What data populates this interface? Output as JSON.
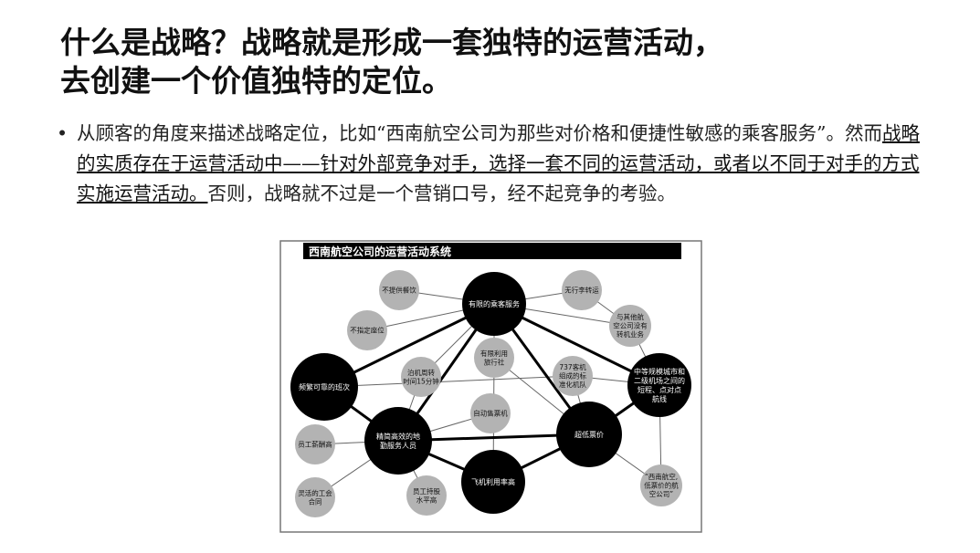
{
  "title": {
    "line1": "什么是战略？战略就是形成一套独特的运营活动，",
    "line2": "去创建一个价值独特的定位。"
  },
  "bullet": {
    "marker": "•",
    "part1": "从顾客的角度来描述战略定位，比如“西南航空公司为那些对价格和便捷性敏感的乘客服务”。然而",
    "underlined": "战略的实质存在于运营活动中——针对外部竞争对手，选择一套不同的运营活动，或者以不同于对手的方式实施运营活动。",
    "part2": "否则，战略就不过是一个营销口号，经不起竞争的考验。"
  },
  "diagram": {
    "title": "西南航空公司的运营活动系统",
    "nodes": [
      {
        "id": "service",
        "label": "有限的乘客服务",
        "kind": "core"
      },
      {
        "id": "frequent",
        "label": "频繁可靠的班次",
        "kind": "core"
      },
      {
        "id": "shorthaul",
        "label": "中等规模城市和二级机场之间的短程、点对点航线",
        "kind": "core"
      },
      {
        "id": "ground",
        "label": "精简高效的地勤服务人员",
        "kind": "core"
      },
      {
        "id": "lowfare",
        "label": "超低票价",
        "kind": "core"
      },
      {
        "id": "util",
        "label": "飞机利用率高",
        "kind": "core"
      },
      {
        "id": "nomeal",
        "label": "不提供餐饮",
        "kind": "sub"
      },
      {
        "id": "noseat",
        "label": "不指定座位",
        "kind": "sub"
      },
      {
        "id": "nobag",
        "label": "无行李转运",
        "kind": "sub"
      },
      {
        "id": "nointer",
        "label": "与其他航空公司没有转机业务",
        "kind": "sub"
      },
      {
        "id": "agency",
        "label": "有限利用旅行社",
        "kind": "sub"
      },
      {
        "id": "turn",
        "label": "泊机周转时间15分钟",
        "kind": "sub"
      },
      {
        "id": "fleet",
        "label": "737客机组成的标准化机队",
        "kind": "sub"
      },
      {
        "id": "kiosk",
        "label": "自动售票机",
        "kind": "sub"
      },
      {
        "id": "pay",
        "label": "员工薪酬高",
        "kind": "sub"
      },
      {
        "id": "union",
        "label": "灵活的工会合同",
        "kind": "sub"
      },
      {
        "id": "stock",
        "label": "员工持股水平高",
        "kind": "sub"
      },
      {
        "id": "slogan",
        "label": "“西南航空,低票价的航空公司”",
        "kind": "sub"
      }
    ],
    "colors": {
      "core": "#000000",
      "sub": "#b3b3b3",
      "title_bg": "#000000"
    }
  }
}
